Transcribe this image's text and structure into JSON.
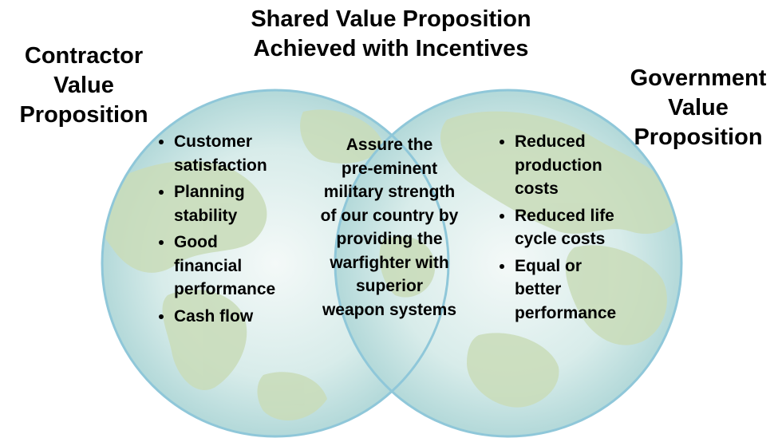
{
  "shared": {
    "title_lines": [
      "Shared Value Proposition",
      "Achieved with Incentives"
    ],
    "text_lines": [
      "Assure the",
      "pre-eminent",
      "military strength",
      "of our country  by",
      "providing the",
      "warfighter with",
      "superior",
      "weapon systems"
    ]
  },
  "contractor": {
    "title_lines": [
      "Contractor",
      "Value",
      "Proposition"
    ],
    "items": [
      [
        "Customer",
        "satisfaction"
      ],
      [
        "Planning",
        "stability"
      ],
      [
        "Good",
        "financial",
        "performance"
      ],
      [
        "Cash flow"
      ]
    ]
  },
  "government": {
    "title_lines": [
      "Government",
      "Value",
      "Proposition"
    ],
    "items": [
      [
        "Reduced",
        "production",
        "costs"
      ],
      [
        "Reduced life",
        "cycle costs"
      ],
      [
        "Equal or",
        "better",
        "performance"
      ]
    ]
  },
  "colors": {
    "ocean_light": "#f4f9f8",
    "ocean": "#cfe6e5",
    "ocean_dark": "#9fcfd0",
    "land": "#c9dcb9",
    "outline": "#8fc7d9",
    "text": "#000000"
  }
}
